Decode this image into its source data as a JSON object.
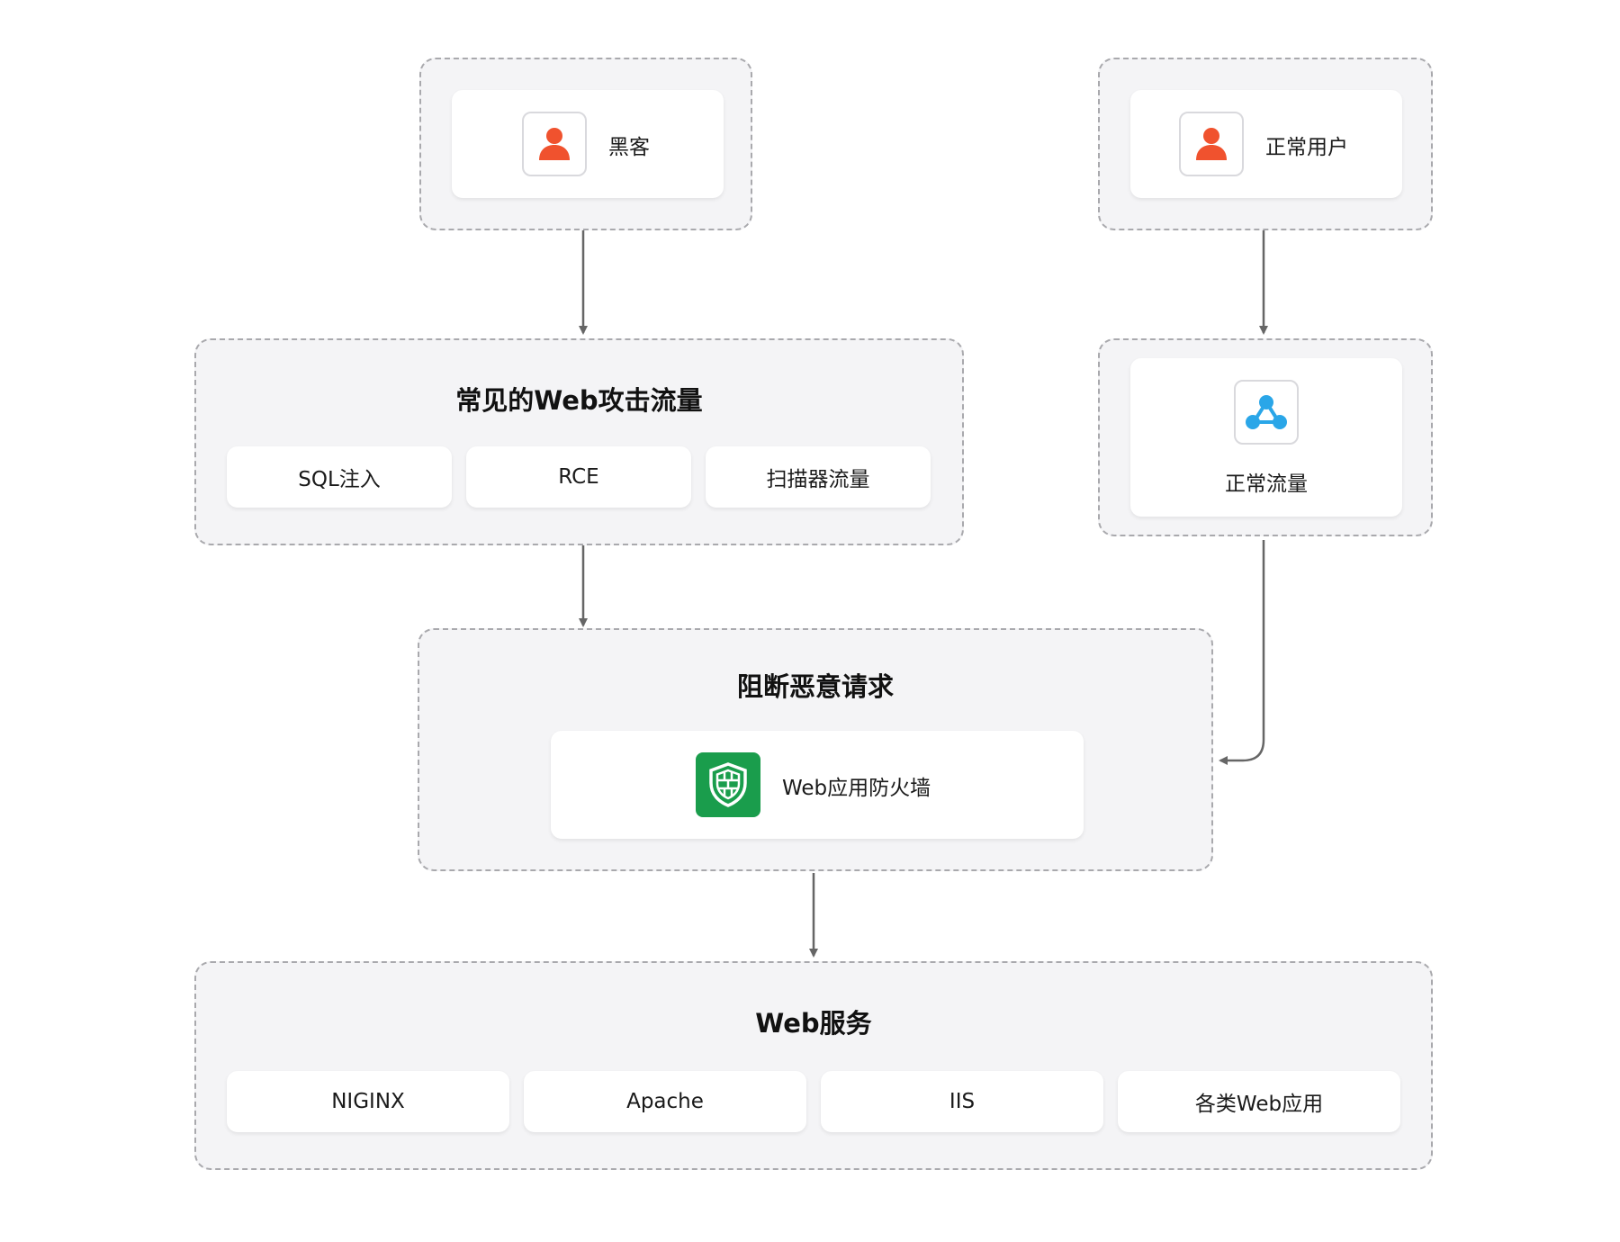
{
  "hacker": {
    "label": "黑客",
    "icon": "user-icon"
  },
  "normal_user": {
    "label": "正常用户",
    "icon": "user-icon"
  },
  "attack_traffic": {
    "title": "常见的Web攻击流量",
    "items": [
      "SQL注入",
      "RCE",
      "扫描器流量"
    ]
  },
  "normal_traffic": {
    "label": "正常流量",
    "icon": "network-icon"
  },
  "block": {
    "title": "阻断恶意请求",
    "waf_label": "Web应用防火墙",
    "icon": "shield-icon"
  },
  "web_service": {
    "title": "Web服务",
    "items": [
      "NIGINX",
      "Apache",
      "IIS",
      "各类Web应用"
    ]
  },
  "colors": {
    "user_icon": "#f0522e",
    "network_icon": "#2aa6e8",
    "waf_bg": "#1a9d4c",
    "arrow": "#666666",
    "group_bg": "#f4f4f6",
    "group_border": "#a9a9ad"
  }
}
